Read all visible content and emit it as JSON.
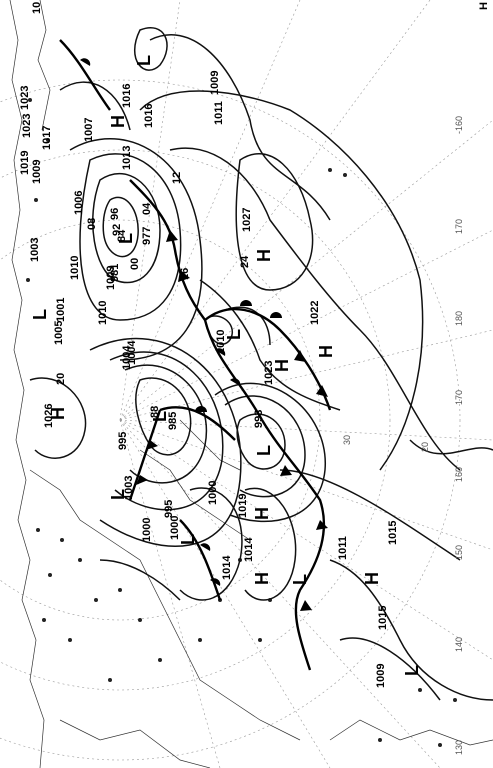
{
  "map": {
    "type": "surface weather analysis chart",
    "orientation": "rotated 90 degrees",
    "high_label": "H",
    "low_label": "L",
    "pressure_centers": [
      {
        "type": "H",
        "value": "1027"
      },
      {
        "type": "H",
        "value": "1022"
      },
      {
        "type": "H",
        "value": "1023"
      },
      {
        "type": "H",
        "value": "1026"
      },
      {
        "type": "H",
        "value": "1019"
      },
      {
        "type": "H",
        "value": "1014"
      },
      {
        "type": "H",
        "value": "1015"
      },
      {
        "type": "H",
        "value": "1016"
      },
      {
        "type": "H",
        "value": "1011"
      },
      {
        "type": "L",
        "value": "977"
      },
      {
        "type": "L",
        "value": "985"
      },
      {
        "type": "L",
        "value": "993"
      },
      {
        "type": "L",
        "value": "995"
      },
      {
        "type": "L",
        "value": "1000"
      },
      {
        "type": "L",
        "value": "1009"
      },
      {
        "type": "L",
        "value": "1010"
      }
    ],
    "isobar_labels": [
      "1009",
      "1013",
      "1016",
      "1007",
      "1003",
      "1005",
      "1004",
      "1010",
      "1000",
      "1019",
      "1023",
      "20",
      "24",
      "16",
      "12",
      "08",
      "04",
      "00",
      "96",
      "92",
      "88",
      "84",
      "981",
      "1006",
      "1001",
      "1017",
      "1023",
      "1009",
      "1010",
      "1014",
      "1011",
      "1015",
      "1009",
      "995",
      "1003",
      "1000",
      "1004"
    ],
    "longitude_labels": [
      "-160",
      "170",
      "180",
      "170",
      "160",
      "150",
      "140",
      "130"
    ],
    "latitude_labels": [
      "20",
      "30"
    ],
    "corner_label": "10",
    "top_right_label": "H"
  }
}
